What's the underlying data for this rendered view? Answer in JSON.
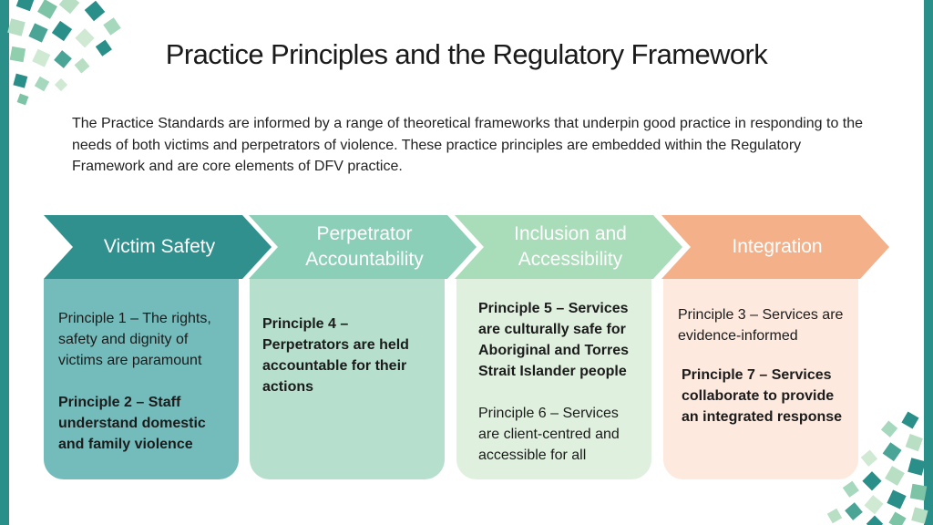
{
  "title": "Practice Principles and the Regulatory Framework",
  "intro": "The Practice Standards are informed by a range of theoretical frameworks that underpin good practice in responding to the needs of both victims and perpetrators of violence. These practice principles are embedded within the Regulatory Framework and are core elements of DFV practice.",
  "columns": [
    {
      "heading_line1": "Victim Safety",
      "heading_line2": "",
      "principles": [
        {
          "text": "Principle 1 – The rights, safety and dignity of victims are paramount",
          "bold": false
        },
        {
          "text": "Principle 2 – Staff understand domestic and family violence",
          "bold": true
        }
      ]
    },
    {
      "heading_line1": "Perpetrator",
      "heading_line2": "Accountability",
      "principles": [
        {
          "text": "Principle  4 – Perpetrators are held accountable for their actions",
          "bold": true
        }
      ]
    },
    {
      "heading_line1": "Inclusion and",
      "heading_line2": "Accessibility",
      "principles": [
        {
          "text": "Principle 5 – Services are culturally safe for Aboriginal and Torres Strait Islander people",
          "bold": true
        },
        {
          "text": "Principle 6 – Services are client-centred and accessible for all",
          "bold": false
        }
      ]
    },
    {
      "heading_line1": "Integration",
      "heading_line2": "",
      "principles": [
        {
          "text": "Principle 3 – Services are evidence-informed",
          "bold": false
        },
        {
          "text": "Principle 7 –  Services collaborate to provide an integrated response",
          "bold": true
        }
      ]
    }
  ],
  "colors": {
    "accent_teal": "#2a8f89",
    "victim_safety": "#2f908d",
    "perpetrator_accountability": "#8ccfb8",
    "inclusion_accessibility": "#a9dcb9",
    "integration": "#f3b089",
    "card_victim_safety": "#74bcbb",
    "card_perpetrator_accountability": "#b6e0cd",
    "card_inclusion_accessibility": "#dff1de",
    "card_integration": "#fde9de"
  },
  "icons": {
    "top_left": "mosaic-pattern-icon",
    "bottom_right": "mosaic-pattern-icon"
  }
}
